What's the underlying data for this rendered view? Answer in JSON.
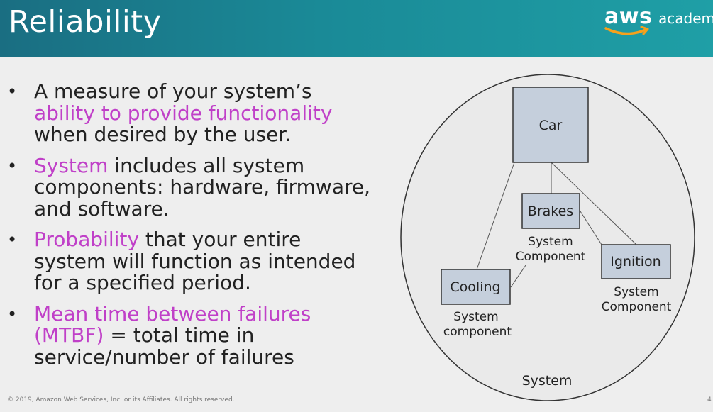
{
  "header": {
    "title": "Reliability",
    "logo_word": "aws",
    "logo_suffix": "academy"
  },
  "bullets": [
    {
      "pre": "A measure of your system’s ",
      "highlight": "ability to provide functionality",
      "post": " when desired by the user."
    },
    {
      "pre": "",
      "highlight": "System",
      "post": " includes all system components: hardware, firmware, and software."
    },
    {
      "pre": "",
      "highlight": "Probability",
      "post": " that your entire system will function as intended for a specified period."
    },
    {
      "pre": "",
      "highlight": "Mean time between failures (MTBF)",
      "post": " = total time in service/number of failures"
    }
  ],
  "diagram": {
    "car": "Car",
    "brakes": "Brakes",
    "brakes_sub1": "System",
    "brakes_sub2": "Component",
    "ignition": "Ignition",
    "ignition_sub1": "System",
    "ignition_sub2": "Component",
    "cooling": "Cooling",
    "cooling_sub1": "System",
    "cooling_sub2": "component",
    "system": "System"
  },
  "footer": {
    "copyright": "© 2019, Amazon Web Services, Inc. or its Affiliates. All rights reserved.",
    "page": "4"
  },
  "colors": {
    "header": "#1a8a97",
    "highlight": "#c040c8",
    "box_fill": "#c5cfdc",
    "ellipse_fill": "#eaeaea"
  }
}
